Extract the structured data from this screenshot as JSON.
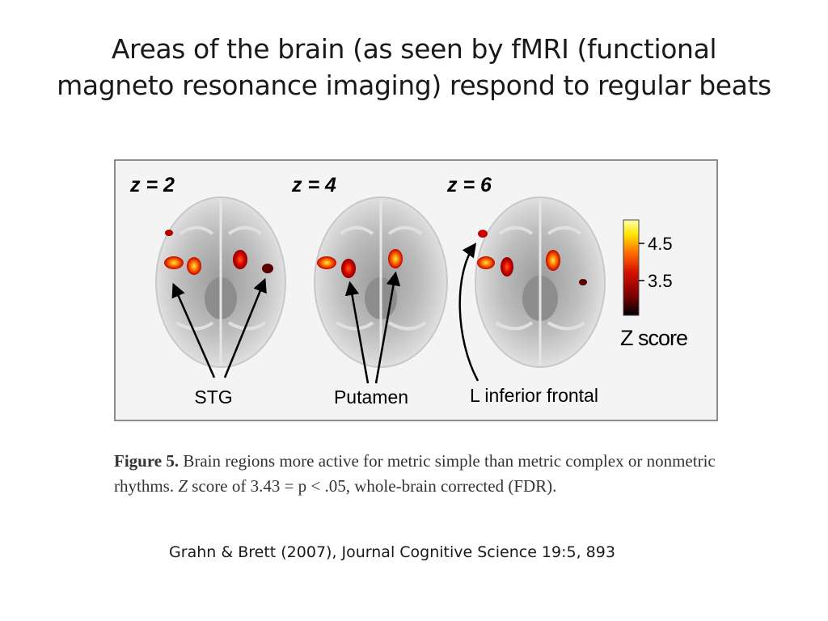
{
  "slide": {
    "title_line1": "Areas of the brain (as seen by fMRI (functional",
    "title_line2": "magneto resonance imaging)  respond to regular beats",
    "citation": "Grahn & Brett (2007), Journal Cognitive Science  19:5, 893"
  },
  "figure": {
    "slices": [
      {
        "z_label": "z = 2",
        "region_label": "STG"
      },
      {
        "z_label": "z = 4",
        "region_label": "Putamen"
      },
      {
        "z_label": "z = 6",
        "region_label": "L inferior frontal"
      }
    ],
    "colorbar": {
      "tick_high": "4.5",
      "tick_low": "3.5",
      "label": "Z score",
      "colors": [
        "#000000",
        "#7a0000",
        "#d41000",
        "#ff6a00",
        "#ffe600",
        "#ffffb0"
      ]
    },
    "caption": {
      "label": "Figure 5.",
      "text1": " Brain regions more active for metric simple than metric complex or nonmetric rhythms. ",
      "zscore": "Z",
      "text2": " score of 3.43 = p < .05, whole-brain corrected (FDR)."
    }
  }
}
